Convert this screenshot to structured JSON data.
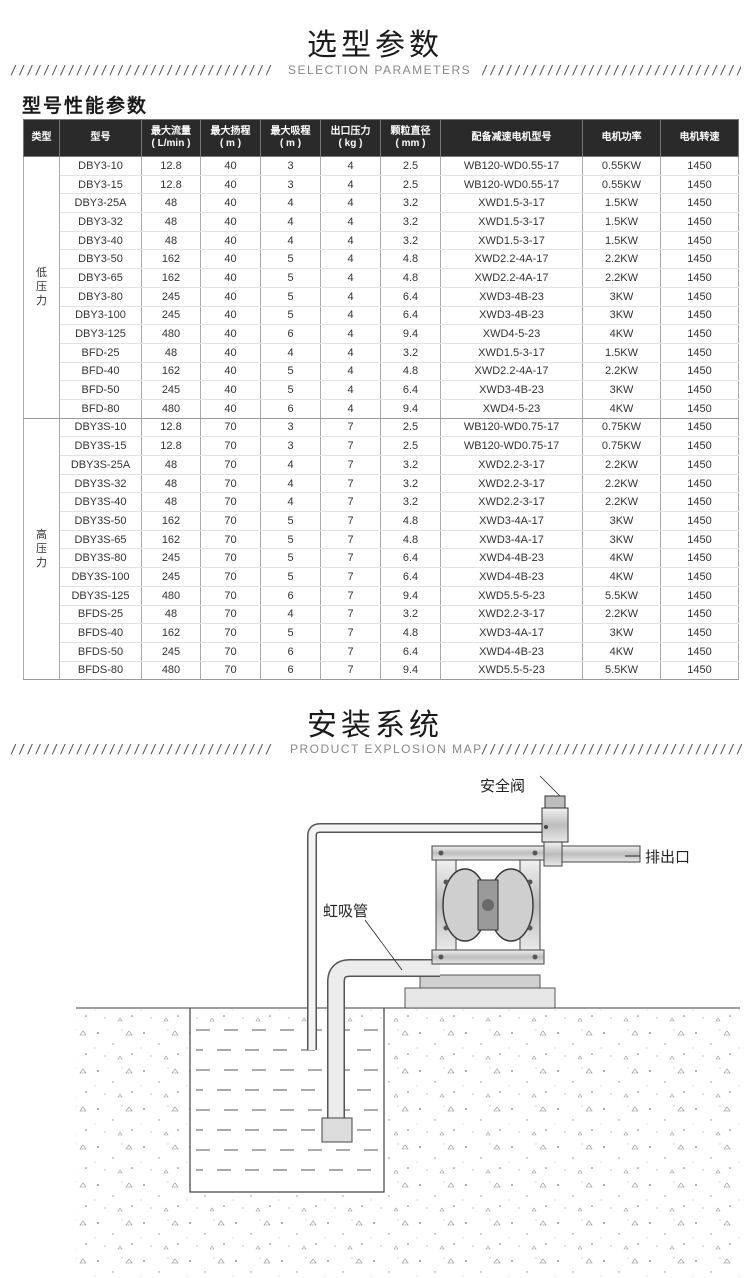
{
  "section1": {
    "title": "选型参数",
    "subtitle": "SELECTION PARAMETERS",
    "slashes_left": "///////////////////////////////////////",
    "slashes_right": "///////////////////////////////////////"
  },
  "table_title": "型号性能参数",
  "table": {
    "headers": [
      [
        "类型"
      ],
      [
        "型号"
      ],
      [
        "最大流量",
        "( L/min )"
      ],
      [
        "最大扬程",
        "( m )"
      ],
      [
        "最大吸程",
        "( m )"
      ],
      [
        "出口压力",
        "( kg )"
      ],
      [
        "颗粒直径",
        "( mm )"
      ],
      [
        "配备减速电机型号"
      ],
      [
        "电机功率"
      ],
      [
        "电机转速"
      ]
    ],
    "groups": [
      {
        "type": "低压力",
        "rows": [
          [
            "DBY3-10",
            "12.8",
            "40",
            "3",
            "4",
            "2.5",
            "WB120-WD0.55-17",
            "0.55KW",
            "1450"
          ],
          [
            "DBY3-15",
            "12.8",
            "40",
            "3",
            "4",
            "2.5",
            "WB120-WD0.55-17",
            "0.55KW",
            "1450"
          ],
          [
            "DBY3-25A",
            "48",
            "40",
            "4",
            "4",
            "3.2",
            "XWD1.5-3-17",
            "1.5KW",
            "1450"
          ],
          [
            "DBY3-32",
            "48",
            "40",
            "4",
            "4",
            "3.2",
            "XWD1.5-3-17",
            "1.5KW",
            "1450"
          ],
          [
            "DBY3-40",
            "48",
            "40",
            "4",
            "4",
            "3.2",
            "XWD1.5-3-17",
            "1.5KW",
            "1450"
          ],
          [
            "DBY3-50",
            "162",
            "40",
            "5",
            "4",
            "4.8",
            "XWD2.2-4A-17",
            "2.2KW",
            "1450"
          ],
          [
            "DBY3-65",
            "162",
            "40",
            "5",
            "4",
            "4.8",
            "XWD2.2-4A-17",
            "2.2KW",
            "1450"
          ],
          [
            "DBY3-80",
            "245",
            "40",
            "5",
            "4",
            "6.4",
            "XWD3-4B-23",
            "3KW",
            "1450"
          ],
          [
            "DBY3-100",
            "245",
            "40",
            "5",
            "4",
            "6.4",
            "XWD3-4B-23",
            "3KW",
            "1450"
          ],
          [
            "DBY3-125",
            "480",
            "40",
            "6",
            "4",
            "9.4",
            "XWD4-5-23",
            "4KW",
            "1450"
          ],
          [
            "BFD-25",
            "48",
            "40",
            "4",
            "4",
            "3.2",
            "XWD1.5-3-17",
            "1.5KW",
            "1450"
          ],
          [
            "BFD-40",
            "162",
            "40",
            "5",
            "4",
            "4.8",
            "XWD2.2-4A-17",
            "2.2KW",
            "1450"
          ],
          [
            "BFD-50",
            "245",
            "40",
            "5",
            "4",
            "6.4",
            "XWD3-4B-23",
            "3KW",
            "1450"
          ],
          [
            "BFD-80",
            "480",
            "40",
            "6",
            "4",
            "9.4",
            "XWD4-5-23",
            "4KW",
            "1450"
          ]
        ]
      },
      {
        "type": "高压力",
        "rows": [
          [
            "DBY3S-10",
            "12.8",
            "70",
            "3",
            "7",
            "2.5",
            "WB120-WD0.75-17",
            "0.75KW",
            "1450"
          ],
          [
            "DBY3S-15",
            "12.8",
            "70",
            "3",
            "7",
            "2.5",
            "WB120-WD0.75-17",
            "0.75KW",
            "1450"
          ],
          [
            "DBY3S-25A",
            "48",
            "70",
            "4",
            "7",
            "3.2",
            "XWD2.2-3-17",
            "2.2KW",
            "1450"
          ],
          [
            "DBY3S-32",
            "48",
            "70",
            "4",
            "7",
            "3.2",
            "XWD2.2-3-17",
            "2.2KW",
            "1450"
          ],
          [
            "DBY3S-40",
            "48",
            "70",
            "4",
            "7",
            "3.2",
            "XWD2.2-3-17",
            "2.2KW",
            "1450"
          ],
          [
            "DBY3S-50",
            "162",
            "70",
            "5",
            "7",
            "4.8",
            "XWD3-4A-17",
            "3KW",
            "1450"
          ],
          [
            "DBY3S-65",
            "162",
            "70",
            "5",
            "7",
            "4.8",
            "XWD3-4A-17",
            "3KW",
            "1450"
          ],
          [
            "DBY3S-80",
            "245",
            "70",
            "5",
            "7",
            "6.4",
            "XWD4-4B-23",
            "4KW",
            "1450"
          ],
          [
            "DBY3S-100",
            "245",
            "70",
            "5",
            "7",
            "6.4",
            "XWD4-4B-23",
            "4KW",
            "1450"
          ],
          [
            "DBY3S-125",
            "480",
            "70",
            "6",
            "7",
            "9.4",
            "XWD5.5-5-23",
            "5.5KW",
            "1450"
          ],
          [
            "BFDS-25",
            "48",
            "70",
            "4",
            "7",
            "3.2",
            "XWD2.2-3-17",
            "2.2KW",
            "1450"
          ],
          [
            "BFDS-40",
            "162",
            "70",
            "5",
            "7",
            "4.8",
            "XWD3-4A-17",
            "3KW",
            "1450"
          ],
          [
            "BFDS-50",
            "245",
            "70",
            "6",
            "7",
            "6.4",
            "XWD4-4B-23",
            "4KW",
            "1450"
          ],
          [
            "BFDS-80",
            "480",
            "70",
            "6",
            "7",
            "9.4",
            "XWD5.5-5-23",
            "5.5KW",
            "1450"
          ]
        ]
      }
    ]
  },
  "section2": {
    "title": "安装系统",
    "subtitle": "PRODUCT EXPLOSION MAP",
    "slashes_left": "///////////////////////////////////////",
    "slashes_right": "///////////////////////////////////////////"
  },
  "diagram": {
    "label_valve": "安全阀",
    "label_outlet": "排出口",
    "label_siphon": "虹吸管"
  }
}
